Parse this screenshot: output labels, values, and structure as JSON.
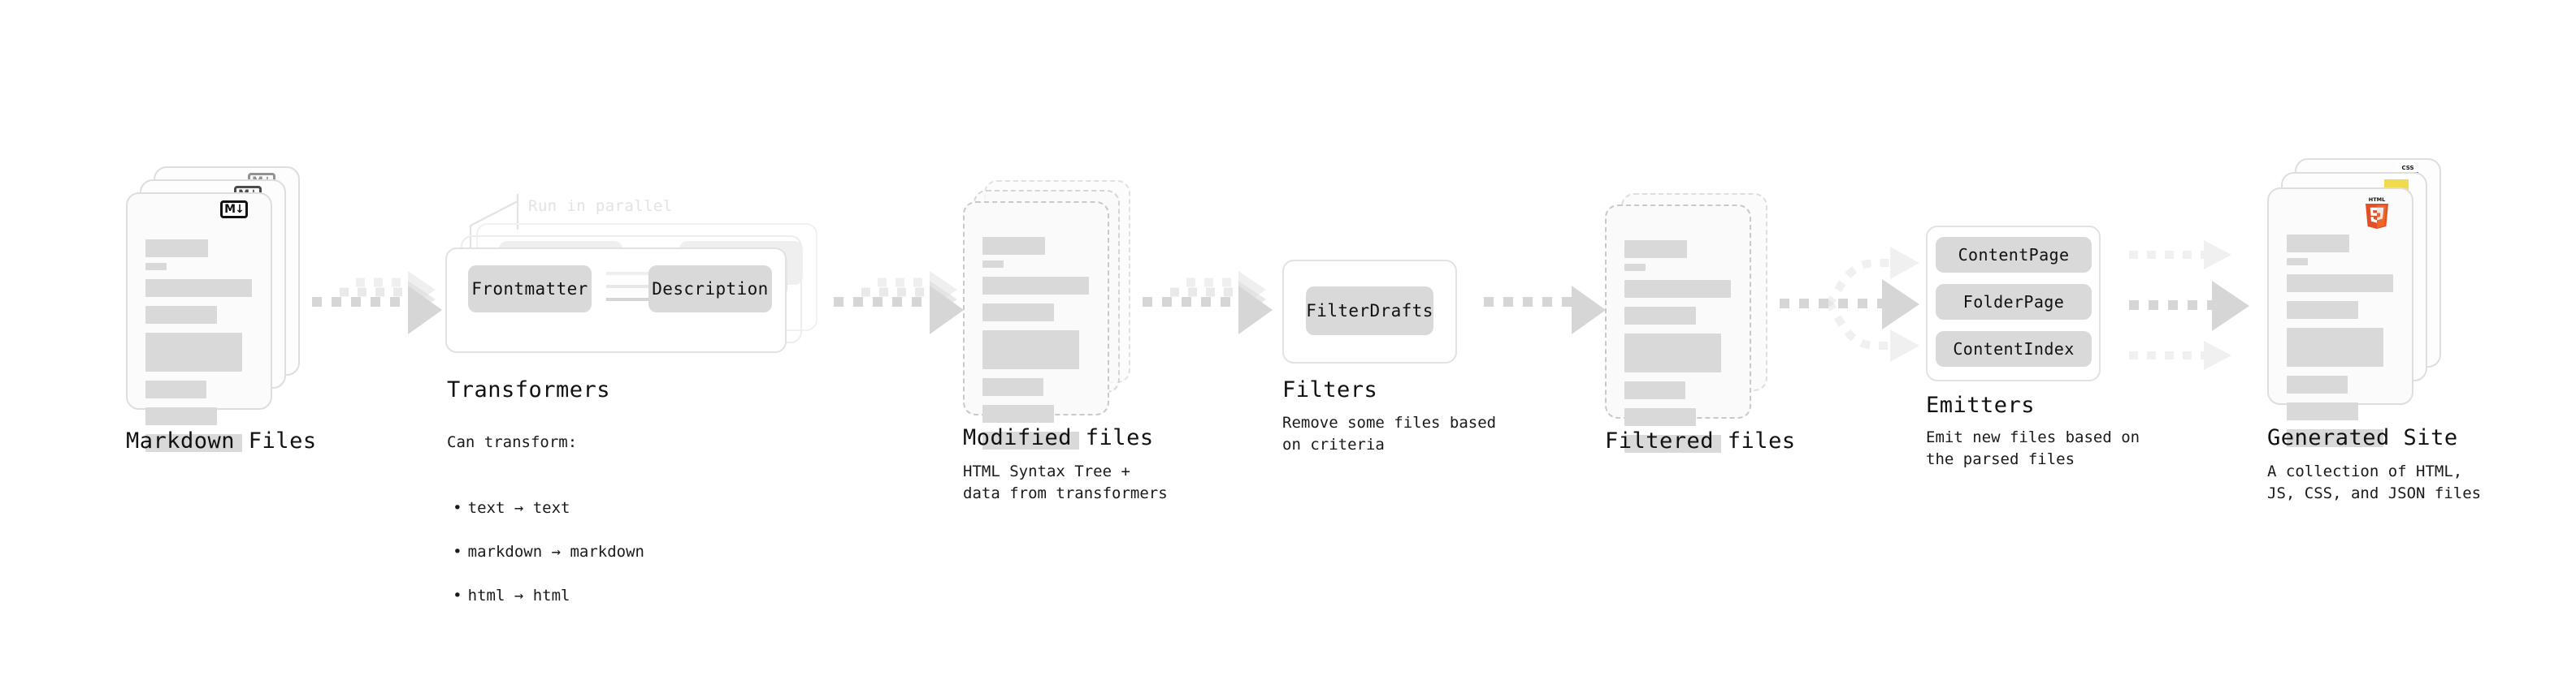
{
  "diagram": {
    "title_font_note": "monospace",
    "colors": {
      "ink": "#111111",
      "card_bg": "#fbfbfb",
      "card_border": "#dedede",
      "dashed_border": "#c9c9c9",
      "placeholder_bar": "#d9d9d9",
      "chip_bg": "#d9d9d9",
      "arrow": "#dcdcdc",
      "arrow_strong": "#d6d6d6",
      "annotation_text": "#e3e3e3",
      "html5_orange": "#e34f26",
      "js_yellow": "#f0db4f",
      "css_blue": "#264de4"
    },
    "stages": [
      {
        "id": "markdown-files",
        "title": "Markdown Files",
        "caption": "",
        "kind": "document-stack",
        "badge": "markdown-icon",
        "badge_label": "M↓",
        "stack_count": 3
      },
      {
        "id": "transformers",
        "title": "Transformers",
        "caption_heading": "Can transform:",
        "caption_bullets": [
          "text → text",
          "markdown → markdown",
          "html → html"
        ],
        "kind": "group-box",
        "annotation": "Run in parallel",
        "chips": [
          "Frontmatter",
          "Description"
        ],
        "stack_count": 3
      },
      {
        "id": "modified-files",
        "title": "Modified files",
        "caption": "HTML Syntax Tree +\ndata from transformers",
        "kind": "document-stack-dashed",
        "stack_count": 3
      },
      {
        "id": "filters",
        "title": "Filters",
        "caption": "Remove some files based\non criteria",
        "kind": "group-box",
        "chips": [
          "FilterDrafts"
        ],
        "stack_count": 1
      },
      {
        "id": "filtered-files",
        "title": "Filtered files",
        "caption": "",
        "kind": "document-stack-dashed",
        "stack_count": 2
      },
      {
        "id": "emitters",
        "title": "Emitters",
        "caption": "Emit new files based on\nthe parsed files",
        "kind": "group-box",
        "chips": [
          "ContentPage",
          "FolderPage",
          "ContentIndex"
        ],
        "stack_count": 1
      },
      {
        "id": "generated-site",
        "title": "Generated Site",
        "caption": "A collection of HTML,\nJS, CSS, and JSON files",
        "kind": "document-stack",
        "badges": [
          "html5-icon",
          "js-icon",
          "css-icon"
        ],
        "badge_css_label": "CSS",
        "stack_count": 3
      }
    ],
    "flow_arrows": [
      {
        "from": "markdown-files",
        "to": "transformers",
        "style": "dashed-layered"
      },
      {
        "from": "transformers",
        "to": "modified-files",
        "style": "dashed-layered"
      },
      {
        "from": "modified-files",
        "to": "filters",
        "style": "dashed-layered"
      },
      {
        "from": "filters",
        "to": "filtered-files",
        "style": "dashed-single"
      },
      {
        "from": "filtered-files",
        "to": "emitters",
        "style": "dashed-fan-out"
      },
      {
        "from": "emitters",
        "to": "generated-site",
        "style": "dashed-fan-in"
      }
    ]
  }
}
